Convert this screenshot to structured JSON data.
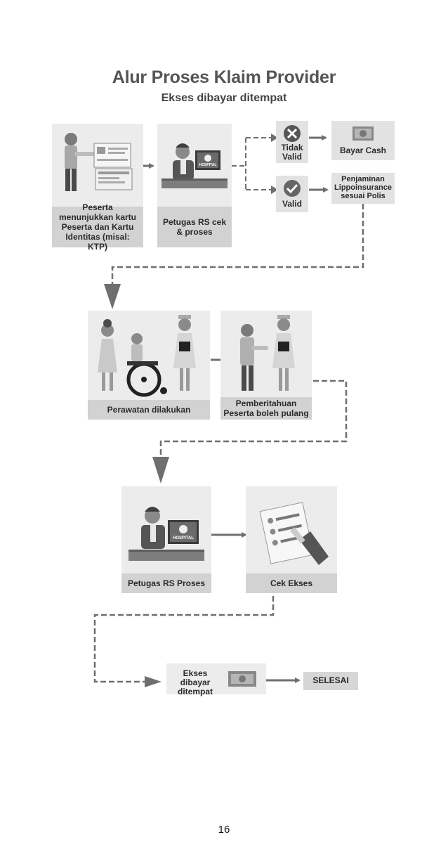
{
  "header": {
    "title": "Alur Proses Klaim Provider",
    "subtitle": "Ekses dibayar ditempat"
  },
  "steps": {
    "peserta": "Peserta menunjukkan kartu Peserta dan Kartu Identitas (misal: KTP)",
    "petugas_cek": "Petugas RS cek & proses",
    "tidak_valid": "Tidak Valid",
    "valid": "Valid",
    "bayar_cash": "Bayar Cash",
    "penjaminan": "Penjaminan Lippoinsurance sesuai Polis",
    "perawatan": "Perawatan dilakukan",
    "pemberitahuan": "Pemberitahuan Peserta boleh pulang",
    "petugas_proses": "Petugas RS Proses",
    "cek_ekses": "Cek Ekses",
    "ekses_dibayar": "Ekses dibayar ditempat",
    "selesai": "SELESAI"
  },
  "signs": {
    "hospital": "HOSPITAL"
  },
  "footer": {
    "page_number": "16"
  },
  "colors": {
    "box_bg": "#ececec",
    "caption_bg": "#d2d2d2",
    "arrow": "#6f6f6f",
    "dashed_line": "#707070"
  },
  "icons": [
    "id-card-icon",
    "cross-circle-icon",
    "check-circle-icon",
    "cash-icon",
    "hospital-desk-icon",
    "wheelchair-icon",
    "nurse-icon",
    "checklist-icon"
  ]
}
